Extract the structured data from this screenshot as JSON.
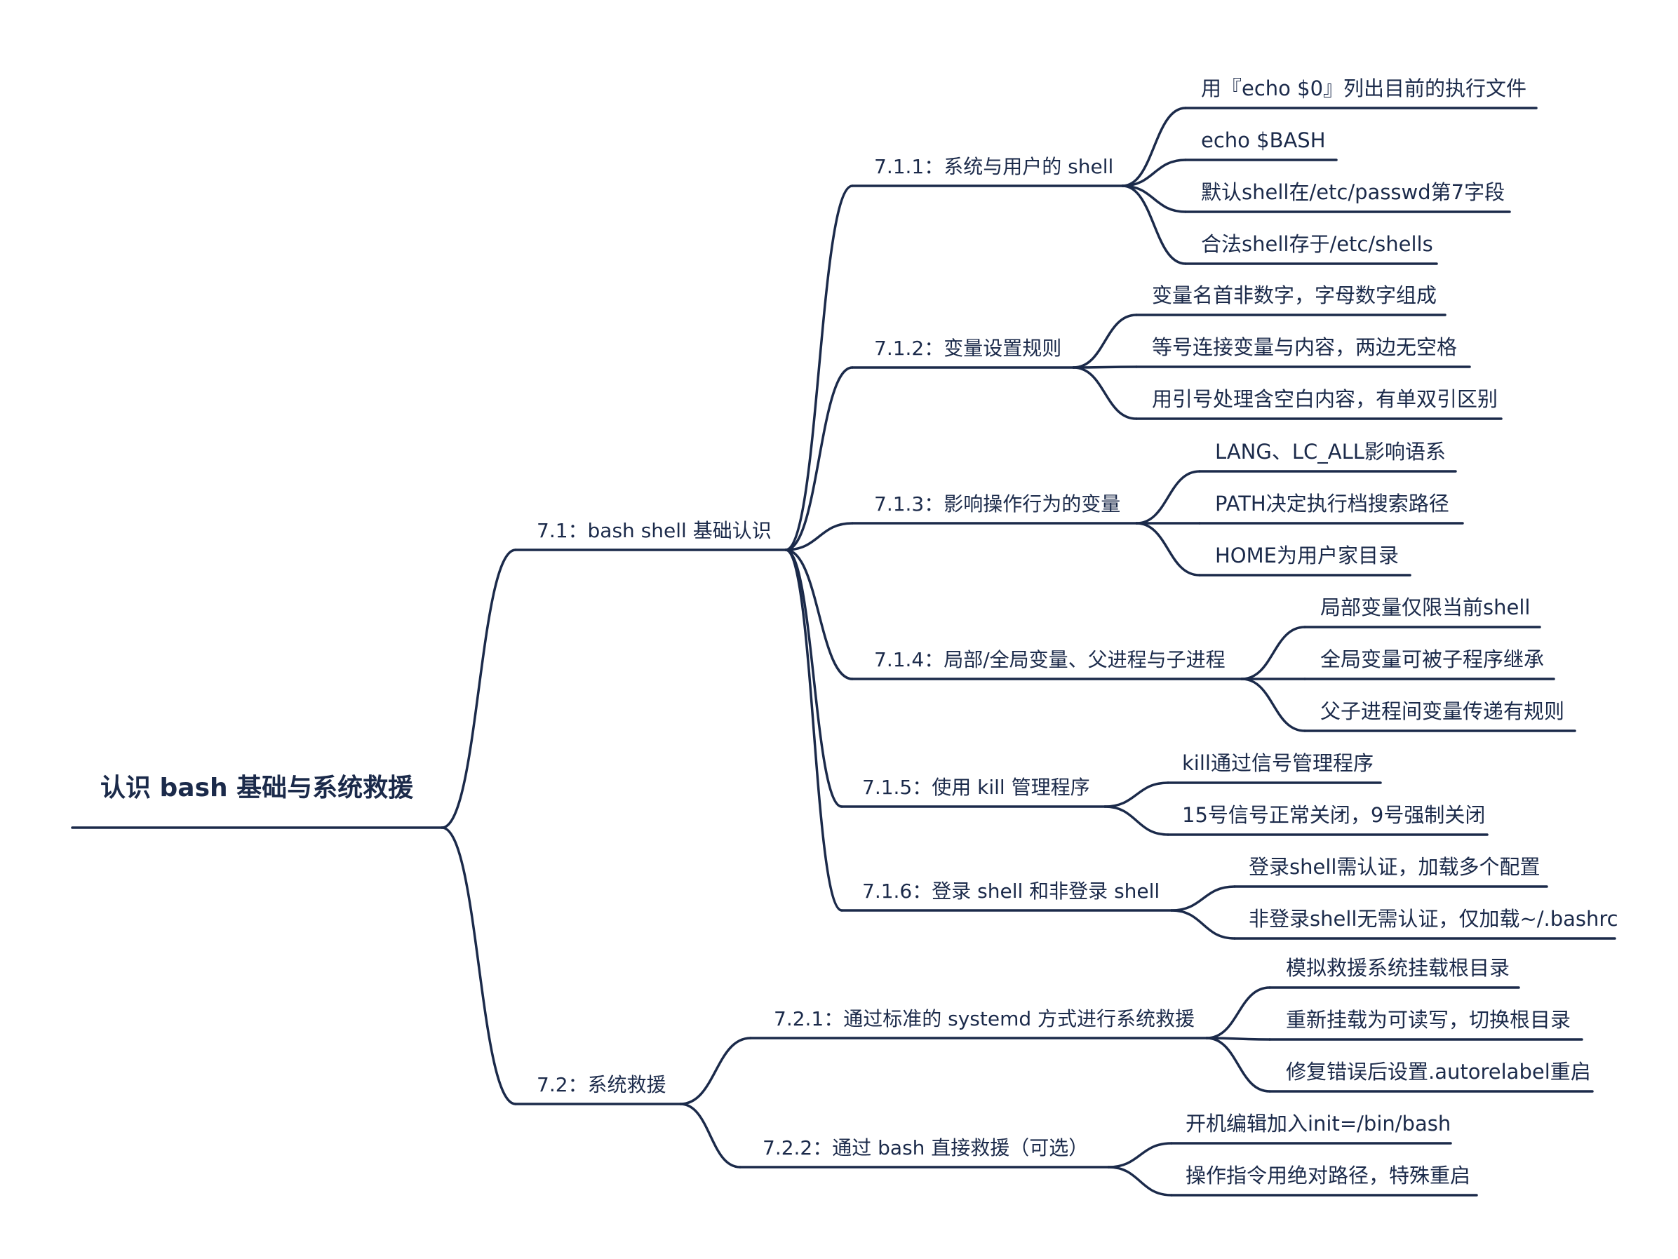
{
  "colors": {
    "line": "#1b2a4a",
    "text": "#1b2a4a",
    "background": "#ffffff"
  },
  "mindmap": {
    "root": "认识 bash 基础与系统救援",
    "branches": [
      {
        "label": "7.1：bash shell 基础认识",
        "children": [
          {
            "label": "7.1.1：系统与用户的 shell",
            "leaves": [
              "用『echo $0』列出目前的执行文件",
              "echo $BASH",
              "默认shell在/etc/passwd第7字段",
              "合法shell存于/etc/shells"
            ]
          },
          {
            "label": "7.1.2：变量设置规则",
            "leaves": [
              "变量名首非数字，字母数字组成",
              "等号连接变量与内容，两边无空格",
              "用引号处理含空白内容，有单双引区别"
            ]
          },
          {
            "label": "7.1.3：影响操作行为的变量",
            "leaves": [
              "LANG、LC_ALL影响语系",
              "PATH决定执行档搜索路径",
              "HOME为用户家目录"
            ]
          },
          {
            "label": "7.1.4：局部/全局变量、父进程与子进程",
            "leaves": [
              "局部变量仅限当前shell",
              "全局变量可被子程序继承",
              "父子进程间变量传递有规则"
            ]
          },
          {
            "label": "7.1.5：使用 kill 管理程序",
            "leaves": [
              "kill通过信号管理程序",
              "15号信号正常关闭，9号强制关闭"
            ]
          },
          {
            "label": "7.1.6：登录 shell 和非登录 shell",
            "leaves": [
              "登录shell需认证，加载多个配置",
              "非登录shell无需认证，仅加载~/.bashrc"
            ]
          }
        ]
      },
      {
        "label": "7.2：系统救援",
        "children": [
          {
            "label": "7.2.1：通过标准的 systemd 方式进行系统救援",
            "leaves": [
              "模拟救援系统挂载根目录",
              "重新挂载为可读写，切换根目录",
              "修复错误后设置.autorelabel重启"
            ]
          },
          {
            "label": "7.2.2：通过 bash 直接救援（可选）",
            "leaves": [
              "开机编辑加入init=/bin/bash",
              "操作指令用绝对路径，特殊重启"
            ]
          }
        ]
      }
    ]
  }
}
